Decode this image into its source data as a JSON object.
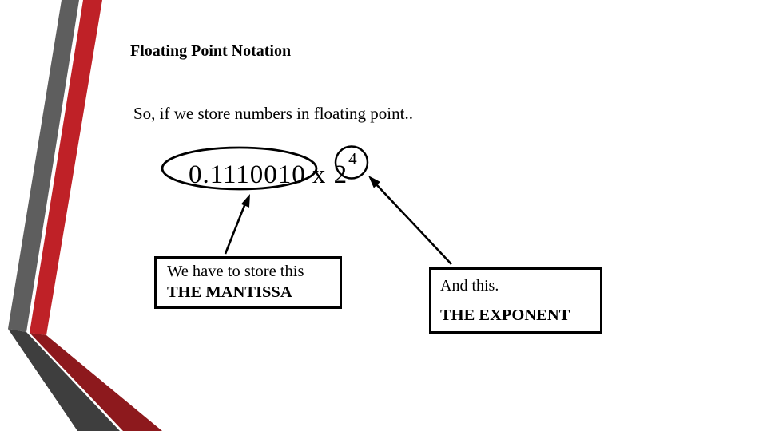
{
  "slide": {
    "title": "Floating Point Notation",
    "intro_text": "So, if we store numbers in floating point..",
    "formula": {
      "mantissa": "0.1110010",
      "operator": "x 2",
      "exponent": "4"
    },
    "mantissa_box": {
      "line1": "We have to store this",
      "line2": "THE MANTISSA"
    },
    "exponent_box": {
      "line1": "And this.",
      "line2": "THE EXPONENT"
    },
    "decorations": {
      "left_decoration": "folded-ribbon-chevron",
      "mantissa_highlight": "ellipse-outline",
      "exponent_highlight": "circle-outline",
      "arrows": [
        "mantissa-arrow",
        "exponent-arrow"
      ]
    },
    "colors": {
      "background": "#ffffff",
      "text": "#000000",
      "ribbon_gray": "#5e5e5e",
      "ribbon_gray_dark": "#3e3e3e",
      "ribbon_red": "#bf2127",
      "ribbon_red_dark": "#8d191d"
    }
  }
}
